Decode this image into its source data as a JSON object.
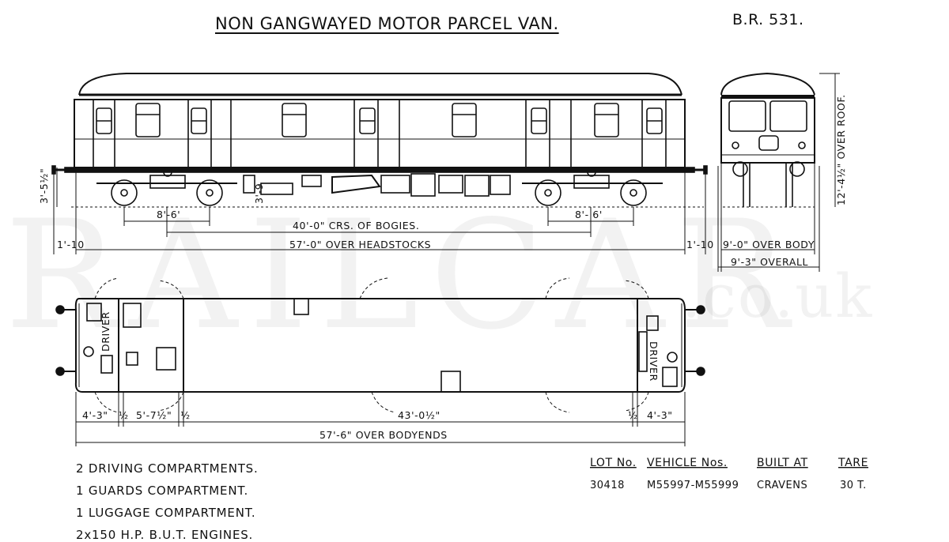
{
  "title": "NON GANGWAYED MOTOR PARCEL VAN.",
  "diagram_code": "B.R. 531.",
  "watermark": {
    "main": "RAILCAR",
    "suffix": ".co.uk"
  },
  "side_elevation": {
    "height_above_rail": "3'-5½\"",
    "small_dim": "3'-9",
    "bogie_wheelbase_left": "8'-6'",
    "bogie_wheelbase_right": "8'- 6'",
    "bogie_centres": "40'-0\" CRS. OF BOGIES.",
    "over_headstocks": "57'-0\" OVER HEADSTOCKS",
    "buffer_left": "1'-10",
    "buffer_right": "1'-10"
  },
  "end_elevation": {
    "over_roof": "12'-4½\" OVER ROOF.",
    "over_body": "9'-0\" OVER BODY",
    "overall": "9'-3\" OVERALL"
  },
  "plan": {
    "driver_left": "DRIVER",
    "driver_right": "DRIVER",
    "dim_cab_left": "4'-3\"",
    "dim_small_left": "½",
    "dim_guard": "5'-7½\"",
    "dim_small_left2": "½",
    "dim_luggage": "43'-0½\"",
    "dim_small_right": "½",
    "dim_cab_right": "4'-3\"",
    "over_bodyends": "57'-6\" OVER BODYENDS"
  },
  "specs": [
    "2 DRIVING COMPARTMENTS.",
    "1 GUARDS COMPARTMENT.",
    "1 LUGGAGE COMPARTMENT.",
    "2x150 H.P. B.U.T. ENGINES."
  ],
  "table": {
    "headers": [
      "LOT No.",
      "VEHICLE Nos.",
      "BUILT AT",
      "TARE"
    ],
    "row": [
      "30418",
      "M55997-M55999",
      "CRAVENS",
      "30 T."
    ]
  }
}
